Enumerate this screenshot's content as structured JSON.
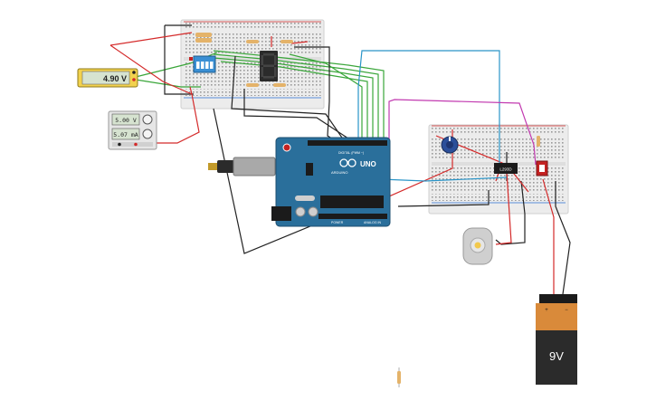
{
  "multimeter": {
    "reading": "4.90 V"
  },
  "power_supply": {
    "voltage": "5.00 V",
    "current": "5.07 mA"
  },
  "arduino": {
    "brand": "ARDUINO",
    "model": "UNO",
    "digital_label": "DIGITAL (PWM ~)",
    "power_label": "POWER",
    "analog_label": "ANALOG IN"
  },
  "battery": {
    "label": "9V",
    "plus": "+",
    "minus": "−"
  },
  "driver_ic": {
    "label": "L293D"
  },
  "colors": {
    "wire_red": "#d42a2a",
    "wire_black": "#222222",
    "wire_green": "#3aa63a",
    "wire_blue": "#2a95c8",
    "wire_magenta": "#c23ab0",
    "board_blue": "#2a6f9b",
    "breadboard": "#ececec"
  }
}
